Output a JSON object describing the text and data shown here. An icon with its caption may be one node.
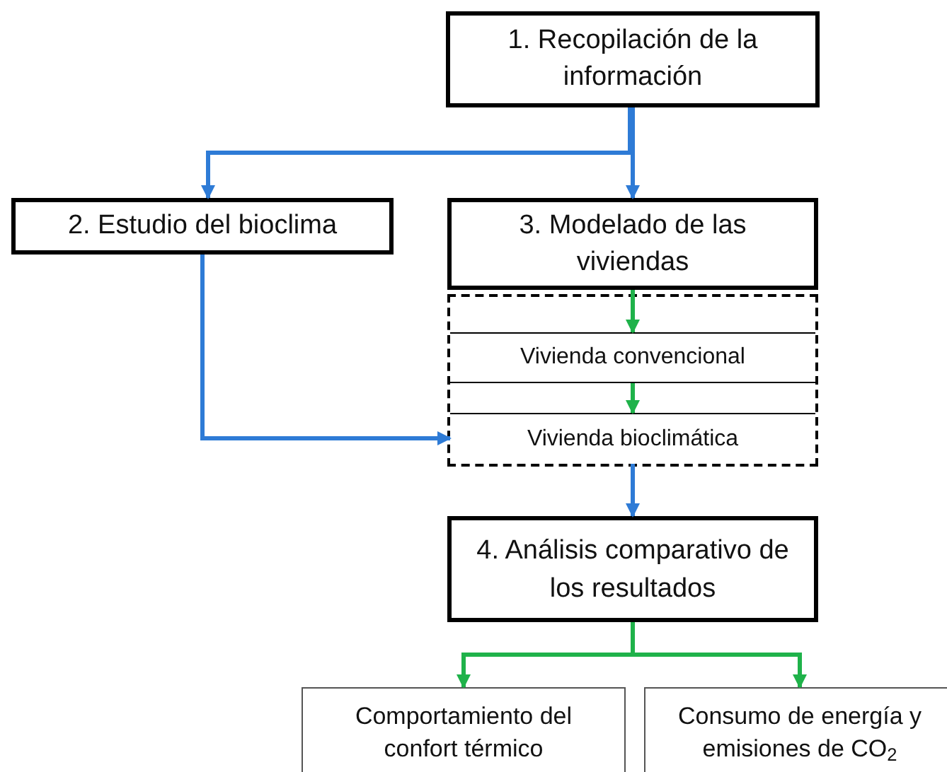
{
  "diagram": {
    "nodes": [
      {
        "text": [
          "1. Recopilación de la información"
        ]
      },
      {
        "text": [
          "2. Estudio del bioclima"
        ]
      },
      {
        "text": [
          "3. Modelado de las viviendas"
        ]
      },
      {
        "text": [],
        "shape": "box"
      },
      {
        "text": [
          "Vivienda convencional"
        ],
        "in": 3
      },
      {
        "text": [
          "Vivienda bioclimática"
        ],
        "in": 3
      },
      {
        "text": [
          "4. Análisis comparativo de los resultados"
        ]
      },
      {
        "text": [
          "Comportamiento del confort térmico"
        ]
      },
      {
        "text": [
          "Consumo de energía y emisiones de CO$_{2}$"
        ]
      }
    ],
    "edges": [
      {
        "from": 0,
        "to": 1,
        "arrow": "to",
        "color": "#2e7bd6"
      },
      {
        "from": 0,
        "to": 2,
        "arrow": "to",
        "color": "#2e7bd6"
      },
      {
        "from": 2,
        "to": 4,
        "arrow": "to",
        "color": "#1fb24a"
      },
      {
        "from": 4,
        "to": 5,
        "arrow": "to",
        "color": "#1fb24a"
      },
      {
        "from": 1,
        "to": 5,
        "arrow": "to",
        "color": "#2e7bd6"
      },
      {
        "from": 5,
        "to": 6,
        "arrow": "to",
        "color": "#2e7bd6"
      },
      {
        "from": 6,
        "to": 7,
        "arrow": "to",
        "color": "#1fb24a"
      },
      {
        "from": 6,
        "to": 8,
        "arrow": "to",
        "color": "#1fb24a"
      }
    ]
  }
}
